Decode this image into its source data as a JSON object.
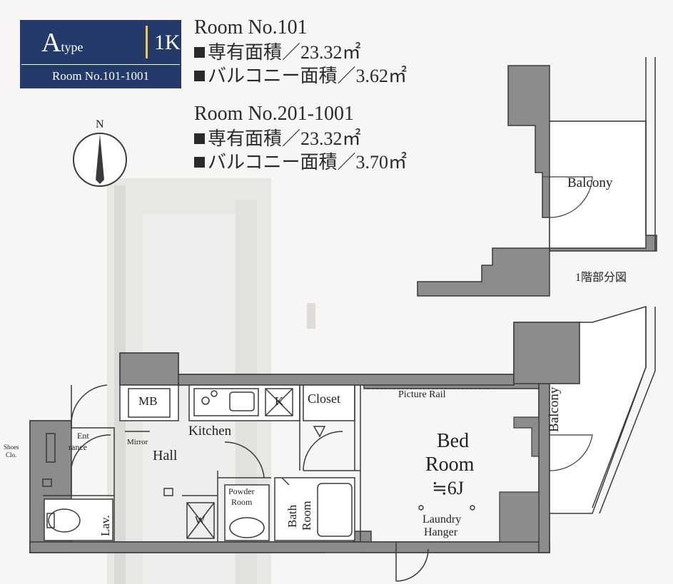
{
  "type_badge": {
    "type_letter": "A",
    "type_word": "type",
    "layout": "1K",
    "rooms": "Room No.101-1001"
  },
  "spec_101": {
    "title": "Room No.101",
    "private_area": "専有面積／23.32㎡",
    "balcony_area": "バルコニー面積／3.62㎡"
  },
  "spec_201": {
    "title": "Room No.201-1001",
    "private_area": "専有面積／23.32㎡",
    "balcony_area": "バルコニー面積／3.70㎡"
  },
  "compass": {
    "label": "N"
  },
  "first_floor_note": "1階部分図",
  "rooms": {
    "balcony_top": "Balcony",
    "balcony_right": "Balcony",
    "mb": "MB",
    "k": "K",
    "closet": "Closet",
    "picture_rail": "Picture Rail",
    "bed_room_1": "Bed",
    "bed_room_2": "Room",
    "bed_room_3": "≒6J",
    "kitchen": "Kitchen",
    "shoes_1": "Shoes",
    "shoes_2": "Clo.",
    "entrance_1": "Ent",
    "entrance_2": "rance",
    "mirror": "Mirror",
    "hall": "Hall",
    "powder_1": "Powder",
    "powder_2": "Room",
    "bath_1": "Bath",
    "bath_2": "Room",
    "laundry_1": "Laundry",
    "laundry_2": "Hanger",
    "lav": "Lav.",
    "w": "W"
  },
  "colors": {
    "badge": "#233a6b",
    "wall": "#8c8c8c",
    "line": "#3a3a3a"
  }
}
